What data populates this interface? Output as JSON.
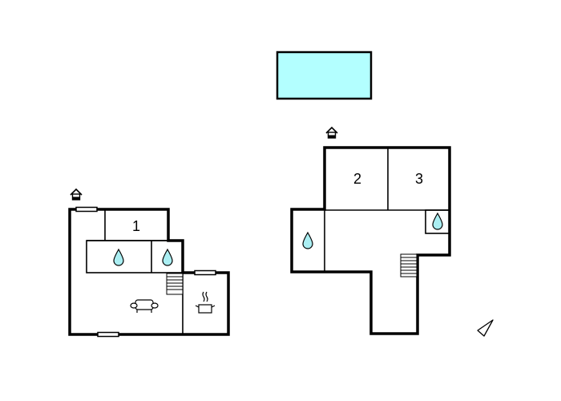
{
  "plan": {
    "type": "floor-plan",
    "colors": {
      "wall": "#000000",
      "pool": "#b3ffff",
      "water_drop": "#aaeef2",
      "background": "#ffffff"
    },
    "pool": {
      "label": ""
    },
    "ground_floor": {
      "rooms": [
        {
          "id": "room-1",
          "label": "1",
          "type": "bedroom"
        },
        {
          "id": "bath-a",
          "label": "",
          "type": "bathroom"
        },
        {
          "id": "bath-b",
          "label": "",
          "type": "bathroom"
        },
        {
          "id": "living",
          "label": "",
          "type": "living-room"
        },
        {
          "id": "kitchen",
          "label": "",
          "type": "kitchen"
        }
      ]
    },
    "upper_floor": {
      "rooms": [
        {
          "id": "room-2",
          "label": "2",
          "type": "bedroom"
        },
        {
          "id": "room-3",
          "label": "3",
          "type": "bedroom"
        },
        {
          "id": "bath-c",
          "label": "",
          "type": "bathroom"
        },
        {
          "id": "bath-d",
          "label": "",
          "type": "bathroom"
        },
        {
          "id": "hall",
          "label": "",
          "type": "hall"
        }
      ]
    },
    "icons": [
      "entrance-icon",
      "entrance-icon",
      "water-drop-icon",
      "water-drop-icon",
      "water-drop-icon",
      "water-drop-icon",
      "sofa-icon",
      "cooking-pot-icon",
      "stairs-icon",
      "stairs-icon",
      "north-arrow-icon"
    ]
  }
}
